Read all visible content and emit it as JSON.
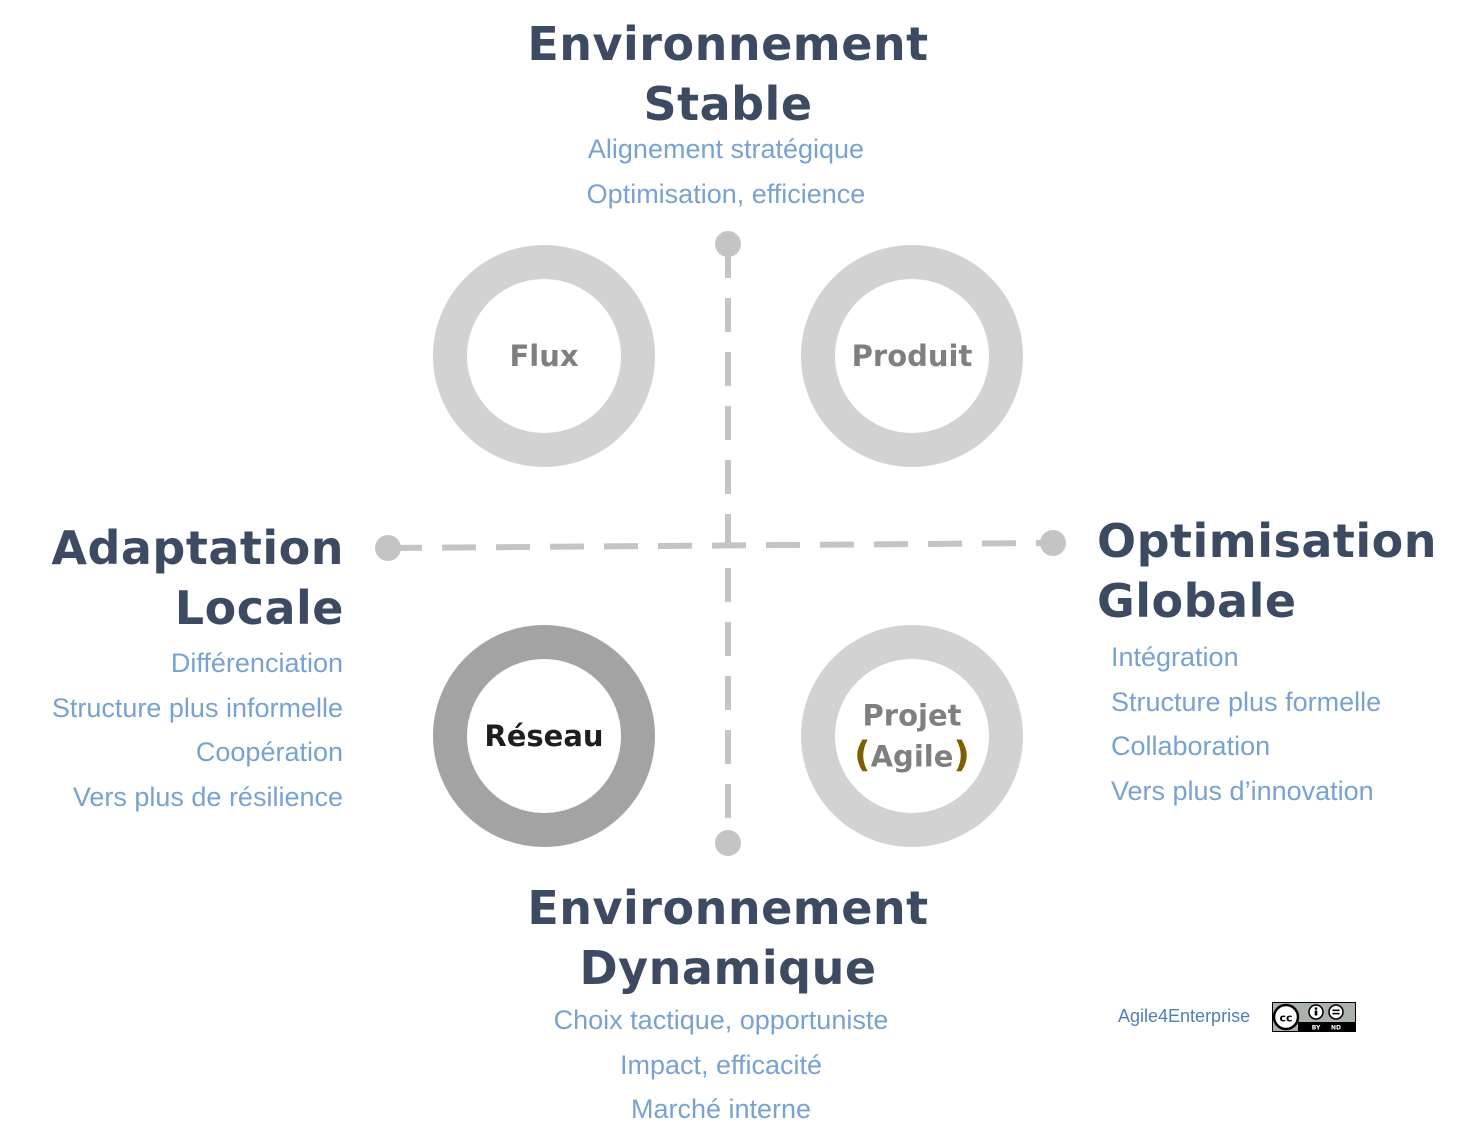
{
  "top": {
    "title_line1": "Environnement",
    "title_line2": "Stable",
    "items": [
      "Alignement stratégique",
      "Optimisation, efficience"
    ]
  },
  "bottom": {
    "title_line1": "Environnement",
    "title_line2": "Dynamique",
    "items": [
      "Choix tactique, opportuniste",
      "Impact, efficacité",
      "Marché interne"
    ]
  },
  "left": {
    "title_line1": "Adaptation",
    "title_line2": "Locale",
    "items": [
      "Différenciation",
      "Structure plus informelle",
      "Coopération",
      "Vers plus de résilience"
    ]
  },
  "right": {
    "title_line1": "Optimisation",
    "title_line2": "Globale",
    "items": [
      "Intégration",
      "Structure plus formelle",
      "Collaboration",
      "Vers plus d’innovation"
    ]
  },
  "circles": {
    "flux": "Flux",
    "produit": "Produit",
    "reseau": "Réseau",
    "projet_line1": "Projet",
    "projet_paren_open": "(",
    "projet_agile": "Agile",
    "projet_paren_close": ")"
  },
  "footer": {
    "credit": "Agile4Enterprise",
    "license_badge": "cc-by-nd-icon",
    "license_cc": "cc",
    "license_by": "BY",
    "license_nd": "ND"
  },
  "colors": {
    "heading": "#3d4b62",
    "subtext": "#78a2d0",
    "ring_light": "#d0d0d0",
    "ring_dark": "#a0a0a0",
    "axis": "#bfbfbf",
    "agile_paren": "#7f6000"
  }
}
